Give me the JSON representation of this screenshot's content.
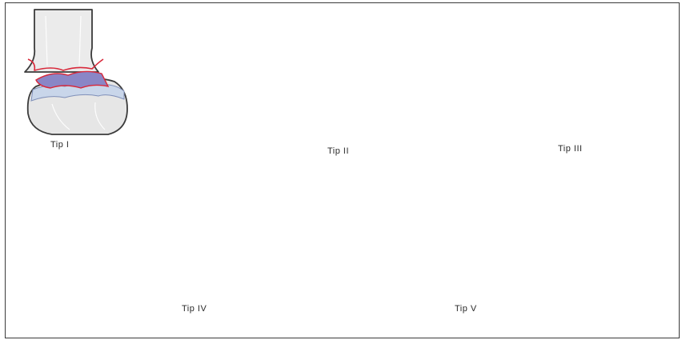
{
  "diagram": {
    "panels": [
      {
        "id": "type-1",
        "label": "Tip I"
      },
      {
        "id": "type-2",
        "label": "Tip II"
      },
      {
        "id": "type-3",
        "label": "Tip III"
      },
      {
        "id": "type-4",
        "label": "Tip IV"
      },
      {
        "id": "type-5",
        "label": "Tip V"
      }
    ]
  },
  "colors": {
    "outline": "#3b3b3b",
    "bone_fill": "#ebebeb",
    "physis_blue": "#8a86c6",
    "physis_light": "#c9d6ea",
    "fracture_red": "#d8283a",
    "fragment_fill": "#9a7a80",
    "crush_green": "#7fd6a0"
  }
}
